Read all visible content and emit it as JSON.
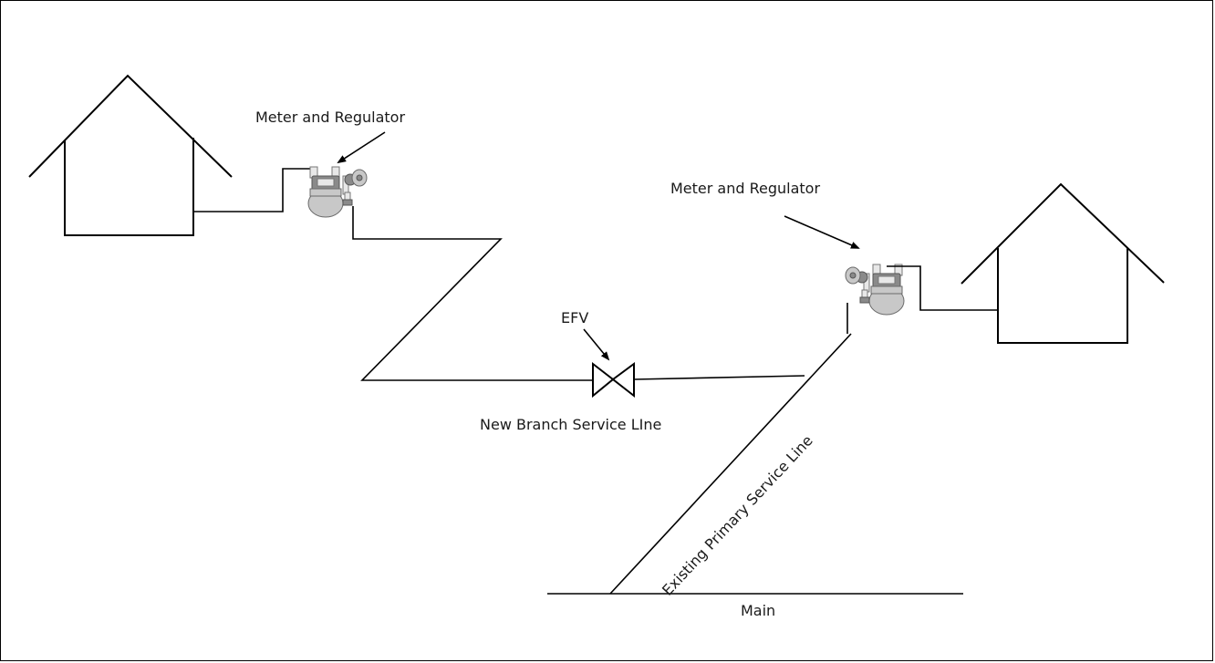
{
  "labels": {
    "meter_left": "Meter and Regulator",
    "meter_right": "Meter and Regulator",
    "efv": "EFV",
    "branch_line": "New Branch Service LIne",
    "primary_line": "Existing Primary  Service Line",
    "main": "Main"
  }
}
